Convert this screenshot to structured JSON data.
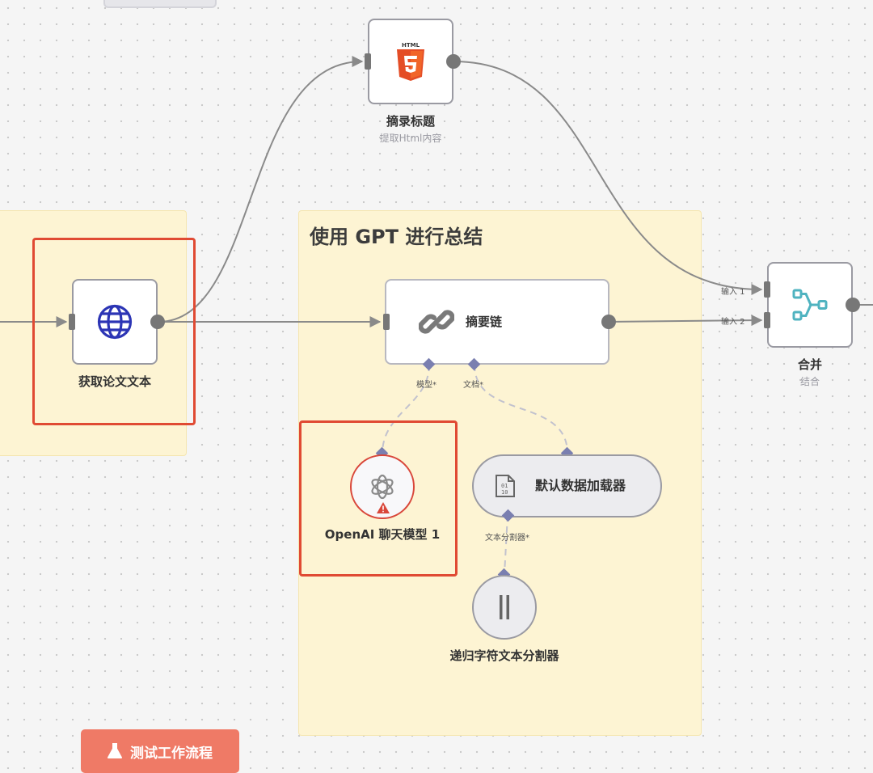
{
  "sticky_notes": [
    {
      "id": "left",
      "title": ""
    },
    {
      "id": "gpt",
      "title": "使用 GPT 进行总结"
    }
  ],
  "nodes": {
    "html": {
      "label": "摘录标题",
      "subtitle": "提取Html内容",
      "icon_text": "HTML",
      "icon": "html5-icon",
      "color": "#e44d26"
    },
    "fetch": {
      "label": "获取论文文本",
      "icon": "globe-icon",
      "color": "#2c35b5"
    },
    "summary_chain": {
      "label": "摘要链",
      "icon": "link-icon"
    },
    "merge": {
      "label": "合并",
      "subtitle": "结合",
      "icon": "merge-icon",
      "color": "#4fb3c0"
    },
    "openai": {
      "label": "OpenAI 聊天模型 1",
      "icon": "openai-icon",
      "warning": "warning-icon"
    },
    "loader": {
      "label": "默认数据加载器",
      "icon": "file-binary-icon"
    },
    "splitter": {
      "label": "递归字符文本分割器",
      "icon": "pause-bars-icon"
    }
  },
  "ports": {
    "model": "模型*",
    "document": "文档*",
    "text_splitter": "文本分割器*",
    "merge_input1": "输入 1",
    "merge_input2": "输入 2"
  },
  "buttons": {
    "test_workflow": "测试工作流程",
    "test_workflow_icon": "flask-icon"
  },
  "colors": {
    "selection": "#e04a33",
    "sticky": "#fdf4d3",
    "button": "#ef7a66",
    "sub_port": "#7a7fb0"
  }
}
